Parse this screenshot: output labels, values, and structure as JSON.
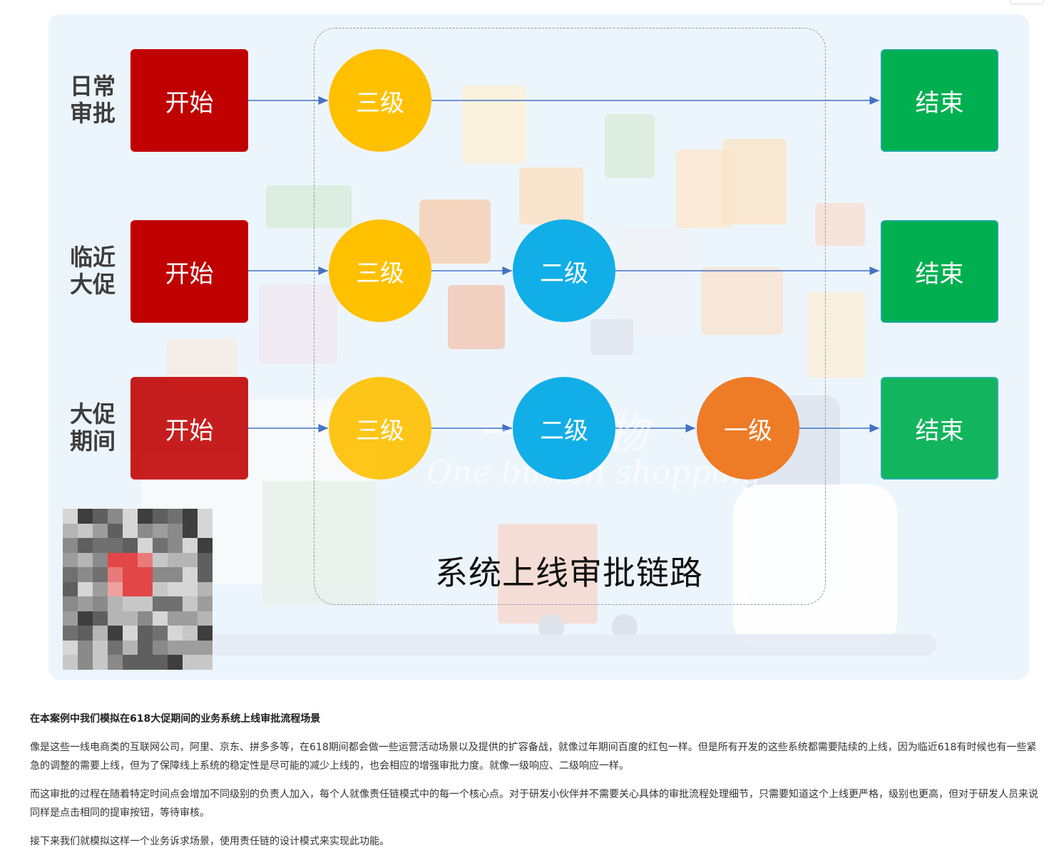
{
  "diagram": {
    "title": "系统上线审批链路",
    "watermark_cn": "一键购物",
    "watermark_en": "One button shopping",
    "rows": [
      {
        "label": "日常审批",
        "start": "开始",
        "levels": [
          "三级"
        ],
        "end": "结束"
      },
      {
        "label": "临近大促",
        "start": "开始",
        "levels": [
          "三级",
          "二级"
        ],
        "end": "结束"
      },
      {
        "label": "大促期间",
        "start": "开始",
        "levels": [
          "三级",
          "二级",
          "一级"
        ],
        "end": "结束"
      }
    ],
    "colors": {
      "start": "#c00000",
      "end": "#00b050",
      "level3": "#ffc000",
      "level2": "#12aee8",
      "level1": "#ee7b26",
      "arrow": "#4472c4"
    }
  },
  "article": {
    "heading": "在本案例中我们模拟在618大促期间的业务系统上线审批流程场景",
    "p1": "像是这些一线电商类的互联网公司，阿里、京东、拼多多等，在618期间都会做一些运营活动场景以及提供的扩容备战，就像过年期间百度的红包一样。但是所有开发的这些系统都需要陆续的上线，因为临近618有时候也有一些紧急的调整的需要上线，但为了保障线上系统的稳定性是尽可能的减少上线的，也会相应的增强审批力度。就像一级响应、二级响应一样。",
    "p2": "而这审批的过程在随着特定时间点会增加不同级别的负责人加入，每个人就像责任链模式中的每一个核心点。对于研发小伙伴并不需要关心具体的审批流程处理细节，只需要知道这个上线更严格，级别也更高，但对于研发人员来说同样是点击相同的提审按钮，等待审核。",
    "p3": "接下来我们就模拟这样一个业务诉求场景，使用责任链的设计模式来实现此功能。"
  }
}
